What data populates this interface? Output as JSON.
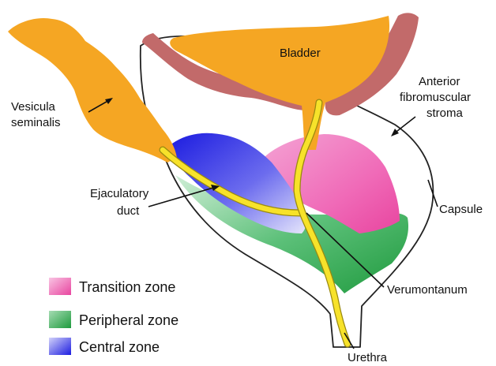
{
  "labels": {
    "bladder": "Bladder",
    "vesicula_line1": "Vesicula",
    "vesicula_line2": "seminalis",
    "anterior_line1": "Anterior",
    "anterior_line2": "fibromuscular",
    "anterior_line3": "stroma",
    "ejaculatory_line1": "Ejaculatory",
    "ejaculatory_line2": "duct",
    "capsule": "Capsule",
    "verumontanum": "Verumontanum",
    "urethra": "Urethra"
  },
  "legend": [
    {
      "label": "Transition zone",
      "color": "#f06bb8"
    },
    {
      "label": "Peripheral zone",
      "color": "#2ea84a"
    },
    {
      "label": "Central zone",
      "color": "#2a2ae0"
    }
  ],
  "colors": {
    "bladder": "#f5a623",
    "bladder_wall": "#c26a6a",
    "duct": "#f7e22a",
    "outline": "#222222"
  }
}
